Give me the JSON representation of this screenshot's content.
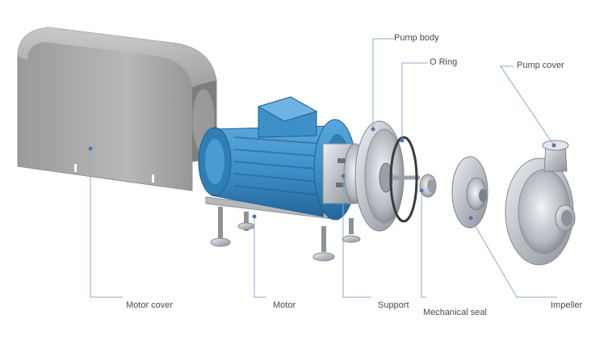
{
  "labels": {
    "pump_body": "Pump body",
    "o_ring": "O Ring",
    "pump_cover": "Pump cover",
    "motor_cover": "Motor cover",
    "motor": "Motor",
    "support": "Support",
    "mechanical_seal": "Mechanical seal",
    "impeller": "Impeller"
  },
  "colors": {
    "motor_blue": "#3d8fc7",
    "leader_line": "#7fa0c8",
    "cover_grey": "#a9a9a9",
    "steel": "#c8cdd2"
  }
}
